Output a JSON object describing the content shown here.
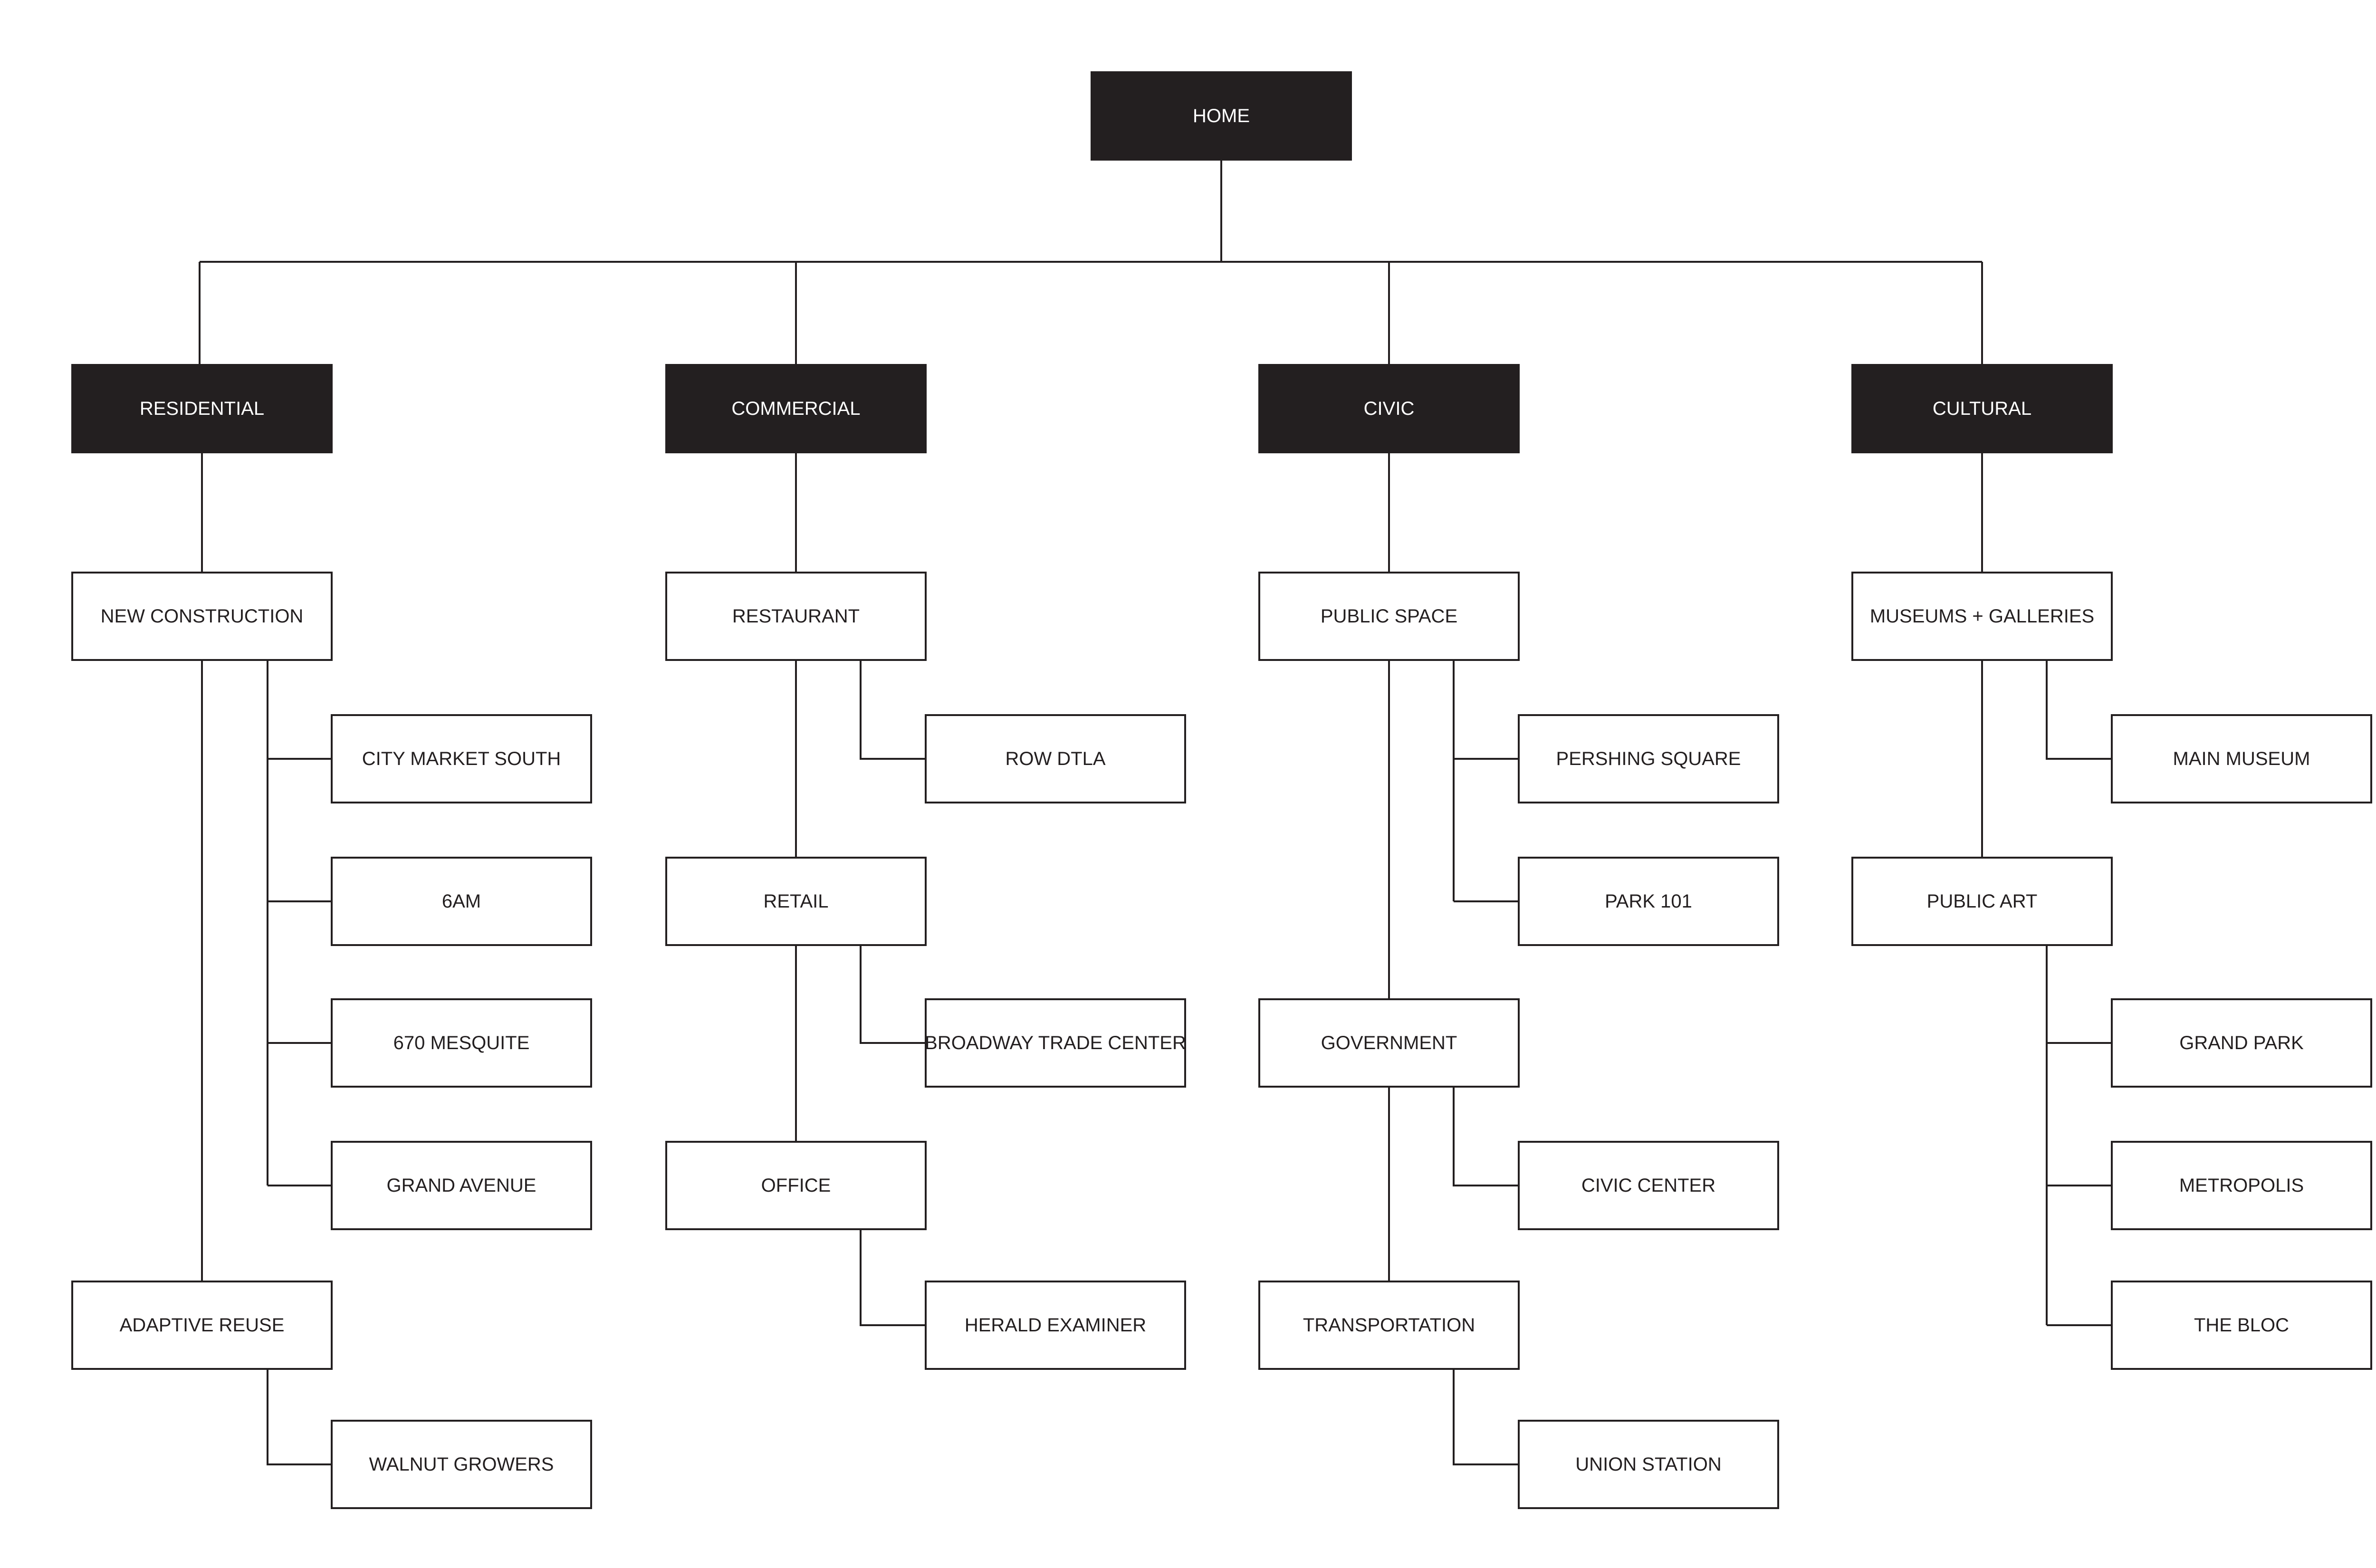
{
  "colors": {
    "dark": "#231f20",
    "light": "#ffffff",
    "line": "#231f20"
  },
  "home": {
    "label": "HOME"
  },
  "sections": [
    {
      "label": "RESIDENTIAL",
      "categories": [
        {
          "label": "NEW CONSTRUCTION",
          "items": [
            "CITY MARKET SOUTH",
            "6AM",
            "670 MESQUITE",
            "GRAND AVENUE"
          ]
        },
        {
          "label": "ADAPTIVE REUSE",
          "items": [
            "WALNUT GROWERS"
          ]
        }
      ]
    },
    {
      "label": "COMMERCIAL",
      "categories": [
        {
          "label": "RESTAURANT",
          "items": [
            "ROW DTLA"
          ]
        },
        {
          "label": "RETAIL",
          "items": [
            "BROADWAY TRADE CENTER"
          ]
        },
        {
          "label": "OFFICE",
          "items": [
            "HERALD EXAMINER"
          ]
        }
      ]
    },
    {
      "label": "CIVIC",
      "categories": [
        {
          "label": "PUBLIC SPACE",
          "items": [
            "PERSHING SQUARE",
            "PARK 101"
          ]
        },
        {
          "label": "GOVERNMENT",
          "items": [
            "CIVIC CENTER"
          ]
        },
        {
          "label": "TRANSPORTATION",
          "items": [
            "UNION STATION"
          ]
        }
      ]
    },
    {
      "label": "CULTURAL",
      "categories": [
        {
          "label": "MUSEUMS + GALLERIES",
          "items": [
            "MAIN MUSEUM"
          ]
        },
        {
          "label": "PUBLIC ART",
          "items": [
            "GRAND PARK",
            "METROPOLIS",
            "THE BLOC"
          ]
        }
      ]
    }
  ]
}
